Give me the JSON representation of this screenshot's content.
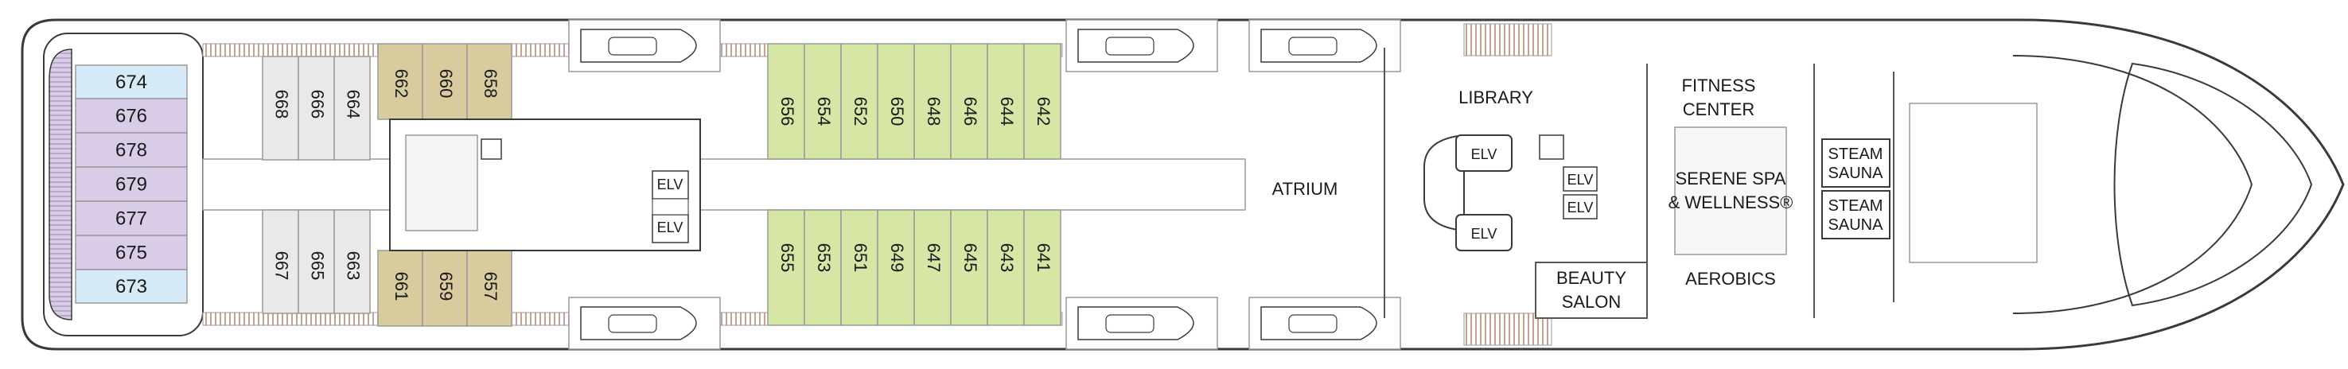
{
  "colors": {
    "outline": "#3a3a3a",
    "line": "#9a9a9a",
    "wall": "#555555",
    "blue": "#d6eaf8",
    "purple": "#d9cce6",
    "grey": "#e9e9e9",
    "tan": "#d8cb9e",
    "green": "#d5e6a5",
    "white": "#ffffff",
    "stripe": "#c8a090"
  },
  "cabins": {
    "blue_aft": [
      "674",
      "673"
    ],
    "purple": [
      "676",
      "678",
      "679",
      "677",
      "675"
    ],
    "grey_top": [
      "668",
      "666",
      "664"
    ],
    "grey_bottom": [
      "667",
      "665",
      "663"
    ],
    "tan_top": [
      "662",
      "660",
      "658"
    ],
    "tan_bottom": [
      "661",
      "659",
      "657"
    ],
    "green_top": [
      "656",
      "654",
      "652",
      "650",
      "648",
      "646",
      "644",
      "642"
    ],
    "green_bottom": [
      "655",
      "653",
      "651",
      "649",
      "647",
      "645",
      "643",
      "641"
    ]
  },
  "labels": {
    "elv": "ELV",
    "atrium": "ATRIUM",
    "library": "LIBRARY",
    "fitness_1": "FITNESS",
    "fitness_2": "CENTER",
    "spa_1": "SERENE SPA",
    "spa_2": "& WELLNESS®",
    "beauty_1": "BEAUTY",
    "beauty_2": "SALON",
    "aerobics": "AEROBICS",
    "steam_1": "STEAM",
    "sauna_1": "SAUNA"
  }
}
